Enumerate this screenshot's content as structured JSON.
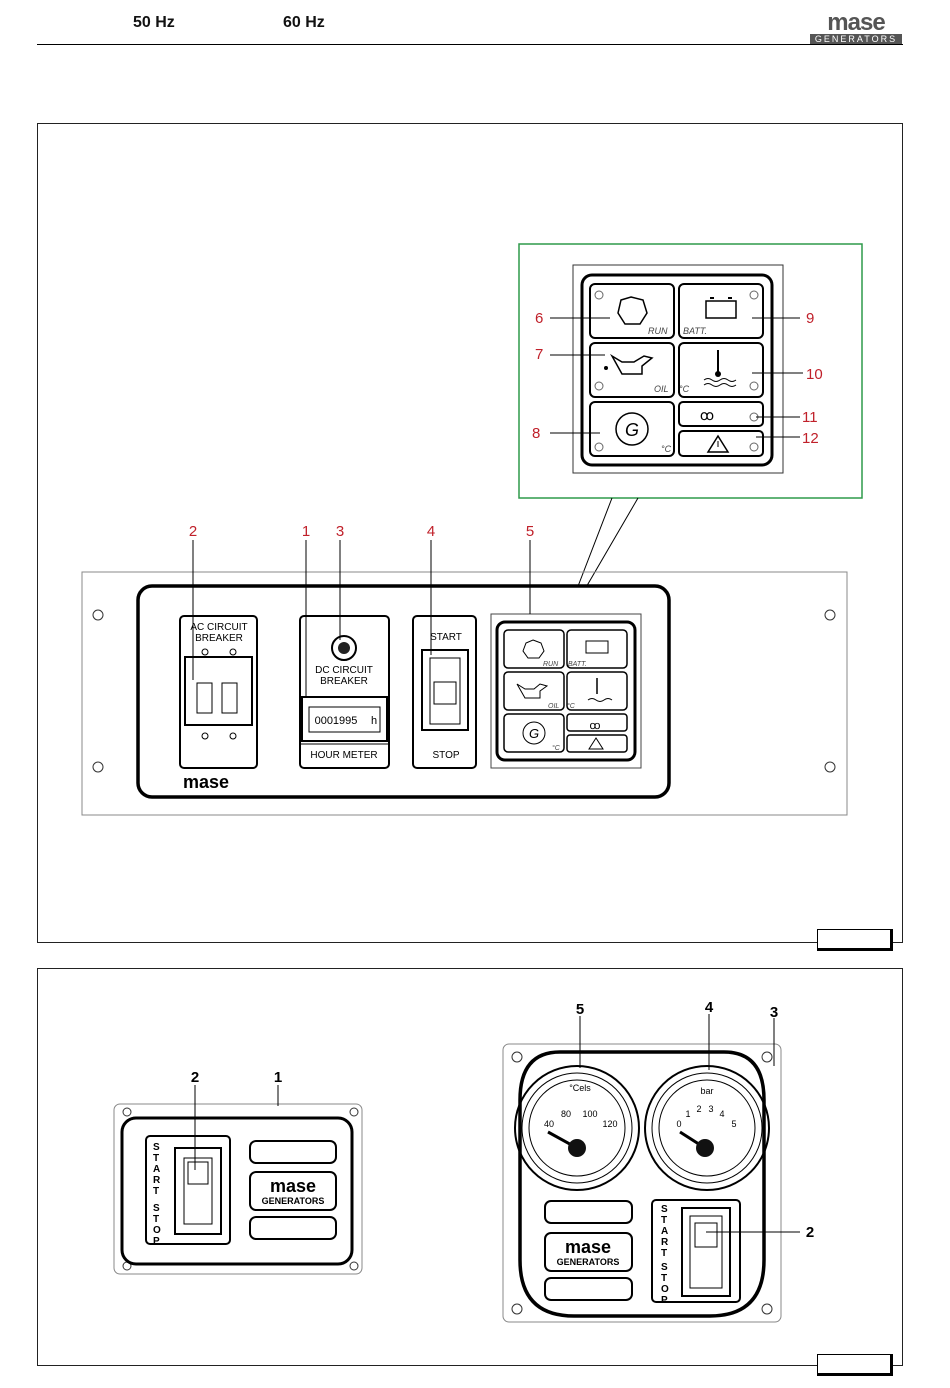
{
  "header": {
    "freq_50": "50 Hz",
    "freq_60": "60 Hz",
    "logo_word": "mase",
    "logo_sub": "GENERATORS"
  },
  "panel1": {
    "callouts": [
      "1",
      "2",
      "3",
      "4",
      "5",
      "6",
      "7",
      "8",
      "9",
      "10",
      "11",
      "12"
    ],
    "ac_label_1": "AC CIRCUIT",
    "ac_label_2": "BREAKER",
    "dc_label_1": "DC CIRCUIT",
    "dc_label_2": "BREAKER",
    "hour_value": "0001995",
    "hour_unit": "h",
    "hour_label": "HOUR METER",
    "start": "START",
    "stop": "STOP",
    "run": "RUN",
    "batt": "BATT.",
    "oil": "OIL",
    "degc": "°C",
    "g": "G",
    "brand": "mase"
  },
  "panel2": {
    "callouts": [
      "1",
      "2",
      "3",
      "4",
      "5",
      "2"
    ],
    "start_v": "START",
    "stop_v": "STOP",
    "brand": "mase",
    "brand_sub": "GENERATORS",
    "temp_unit": "°Cels",
    "temp_ticks": [
      "40",
      "80",
      "100",
      "120"
    ],
    "press_unit": "bar",
    "press_ticks": [
      "0",
      "1",
      "2",
      "3",
      "4",
      "5"
    ]
  }
}
